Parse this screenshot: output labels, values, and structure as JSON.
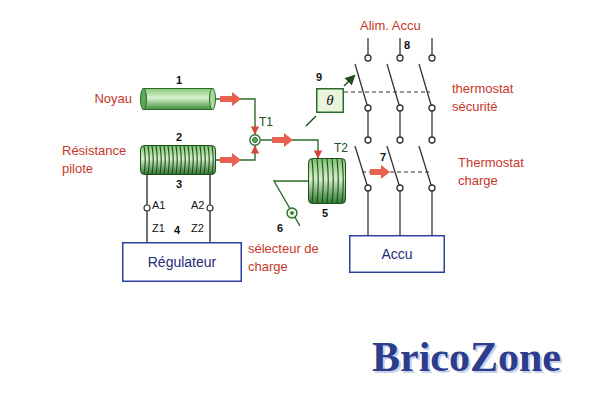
{
  "diagram": {
    "nodes": [
      {
        "text": [
          "Noyau"
        ]
      },
      {
        "text": [
          "Résistance pilote"
        ]
      },
      {
        "text": [
          "T1"
        ]
      },
      {
        "text": [
          "T2"
        ]
      },
      {
        "text": [
          "θ"
        ]
      },
      {
        "text": [
          "Régulateur"
        ]
      },
      {
        "text": [
          "Accu"
        ]
      }
    ],
    "edges": [
      {
        "from": 0,
        "to": 2,
        "arrow": "to"
      },
      {
        "from": 1,
        "to": 2,
        "arrow": "to"
      },
      {
        "from": 2,
        "to": 3,
        "arrow": "to"
      },
      {
        "from": 5,
        "to": 1,
        "arrow": "none"
      },
      {
        "from": 5,
        "to": 1,
        "arrow": "none"
      }
    ],
    "labels": [
      "1",
      "2",
      "3",
      "A1",
      "A2",
      "Z1",
      "4",
      "Z2",
      "5",
      "6",
      "sélecteur de charge",
      "Alim. Accu",
      "8",
      "9",
      "thermostat sécurité",
      "7",
      "Thermostat charge",
      "BricoZone"
    ]
  }
}
